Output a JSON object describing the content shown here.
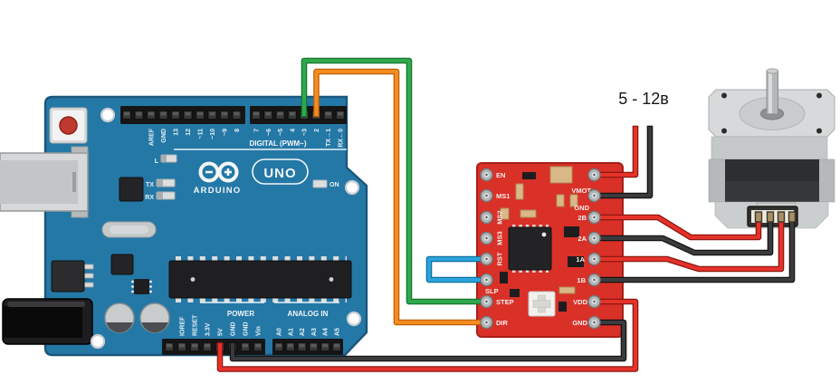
{
  "annotation": {
    "power_supply_label": "5 - 12в"
  },
  "arduino": {
    "brand": "ARDUINO",
    "model": "UNO",
    "digital_caption": "DIGITAL (PWM~)",
    "digital_left_labels": [
      "AREF",
      "GND",
      "13",
      "12",
      "~11",
      "~10",
      "~9",
      "8"
    ],
    "digital_right_labels": [
      "7",
      "~6",
      "~5",
      "4",
      "~3",
      "2",
      "TX→1",
      "RX←0"
    ],
    "led_labels": {
      "l": "L",
      "tx": "TX",
      "rx": "RX",
      "on": "ON"
    },
    "power_caption": "POWER",
    "power_labels": [
      "IOREF",
      "RESET",
      "3.3V",
      "5V",
      "GND",
      "GND",
      "Vin"
    ],
    "analog_caption": "ANALOG IN",
    "analog_labels": [
      "A0",
      "A1",
      "A2",
      "A3",
      "A4",
      "A5"
    ]
  },
  "driver": {
    "left_pin_labels": [
      "EN",
      "MS1",
      "MS2",
      "MS3",
      "RST",
      "SLP",
      "STEP",
      "DIR"
    ],
    "right_pin_labels": [
      "VMOT",
      "GND",
      "2B",
      "2A",
      "1A",
      "1B",
      "VDD",
      "GND"
    ]
  },
  "motor": {
    "lead_colors": [
      "red",
      "black",
      "red",
      "black"
    ]
  },
  "connections": [
    {
      "from": "Arduino D3",
      "to": "driver STEP",
      "color": "green"
    },
    {
      "from": "Arduino D2",
      "to": "driver DIR",
      "color": "orange"
    },
    {
      "from": "driver RST",
      "to": "driver SLP",
      "color": "blue"
    },
    {
      "from": "Arduino 5V",
      "to": "driver VDD",
      "color": "red"
    },
    {
      "from": "Arduino GND",
      "to": "driver GND",
      "color": "black"
    },
    {
      "from": "driver VMOT",
      "to": "supply + (5 - 12в)",
      "color": "red"
    },
    {
      "from": "driver GND",
      "to": "supply − (5 - 12в)",
      "color": "black"
    },
    {
      "from": "driver 2B,2A,1A,1B",
      "to": "stepper motor coils",
      "color": "red,black,red,black"
    }
  ],
  "colors": {
    "arduino_blue": "#2478a6",
    "arduino_trim": "#1a567c",
    "driver_red": "#d93028",
    "driver_trim": "#a82019",
    "wire_red": "#e63229",
    "wire_red_dk": "#8c1a12",
    "wire_black": "#3b3b3d",
    "wire_black_dk": "#141414",
    "wire_green": "#2fa84c",
    "wire_green_dk": "#14772f",
    "wire_orange": "#f68b20",
    "wire_orange_dk": "#c16107",
    "wire_blue": "#29a4dc",
    "wire_blue_dk": "#116f9e"
  }
}
